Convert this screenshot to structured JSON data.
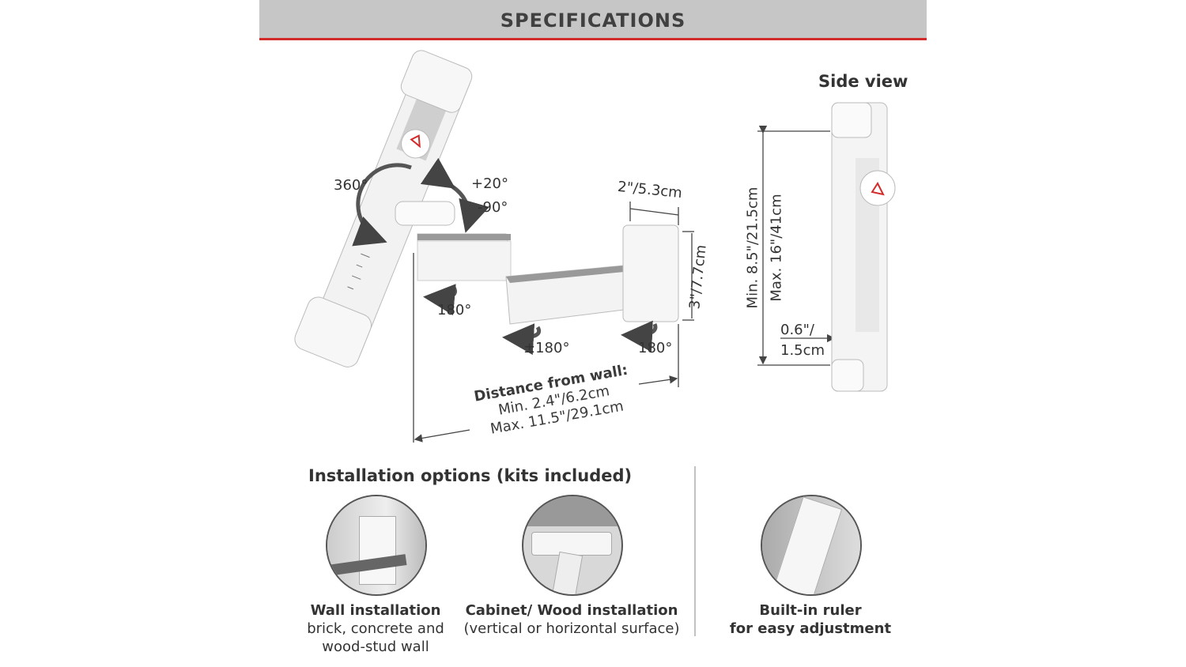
{
  "header": {
    "title": "SPECIFICATIONS"
  },
  "main_diagram": {
    "rotation_360": "360°",
    "tilt_up": "+20°",
    "tilt_down": "-90°",
    "arm_depth": "2\"/5.3cm",
    "bracket_height": "3\"/7.7cm",
    "swivel_left": "180°",
    "swivel_middle": "±180°",
    "swivel_right": "180°",
    "distance_title": "Distance from wall:",
    "distance_min": "Min. 2.4\"/6.2cm",
    "distance_max": "Max. 11.5\"/29.1cm"
  },
  "side_view": {
    "title": "Side view",
    "min_height": "Min. 8.5\"/21.5cm",
    "max_height": "Max. 16\"/41cm",
    "thickness_line1": "0.6\"/",
    "thickness_line2": "1.5cm"
  },
  "installation": {
    "title": "Installation options (kits included)",
    "options": [
      {
        "title": "Wall installation",
        "line1": "brick, concrete and",
        "line2": "wood-stud wall"
      },
      {
        "title": "Cabinet/ Wood installation",
        "line1": "(vertical or horizontal surface)"
      }
    ]
  },
  "ruler_feature": {
    "line1": "Built-in ruler",
    "line2": "for easy adjustment"
  },
  "colors": {
    "header_bg": "#c6c6c6",
    "accent_red": "#d32a2a",
    "text": "#3a3a3a"
  }
}
